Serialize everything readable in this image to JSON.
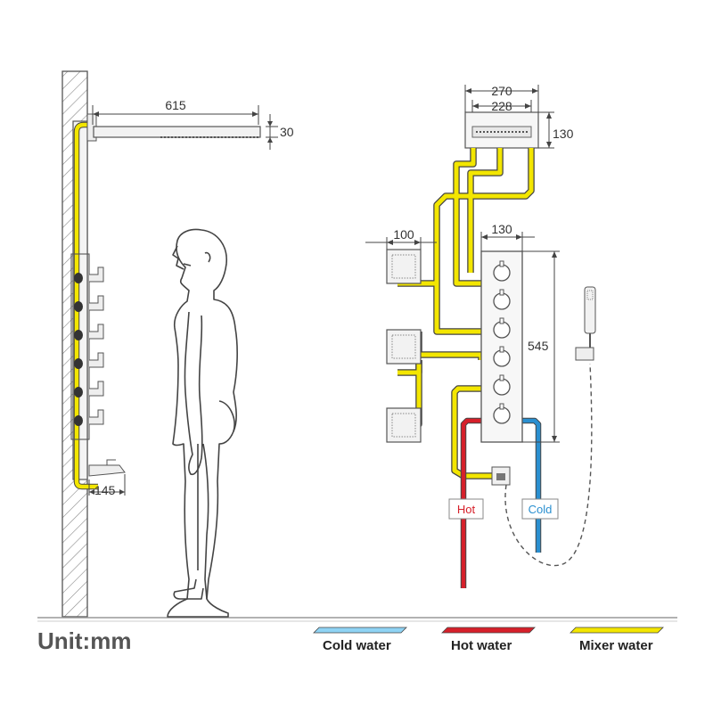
{
  "dimensions": {
    "head_length": "615",
    "head_thickness": "30",
    "spout_depth": "145",
    "top_outer_width": "270",
    "top_inner_width": "228",
    "top_depth": "130",
    "jet_size": "100",
    "panel_width": "130",
    "panel_height": "545"
  },
  "supply_labels": {
    "hot": "Hot",
    "cold": "Cold"
  },
  "unit_label": "Unit:mm",
  "legend": [
    {
      "label": "Cold water",
      "color": "#8fd3f4"
    },
    {
      "label": "Hot water",
      "color": "#d6202a"
    },
    {
      "label": "Mixer water",
      "color": "#f3e600"
    }
  ],
  "colors": {
    "cold": "#2a8fd0",
    "hot": "#d6202a",
    "mixer": "#f3e600",
    "line": "#444444"
  }
}
